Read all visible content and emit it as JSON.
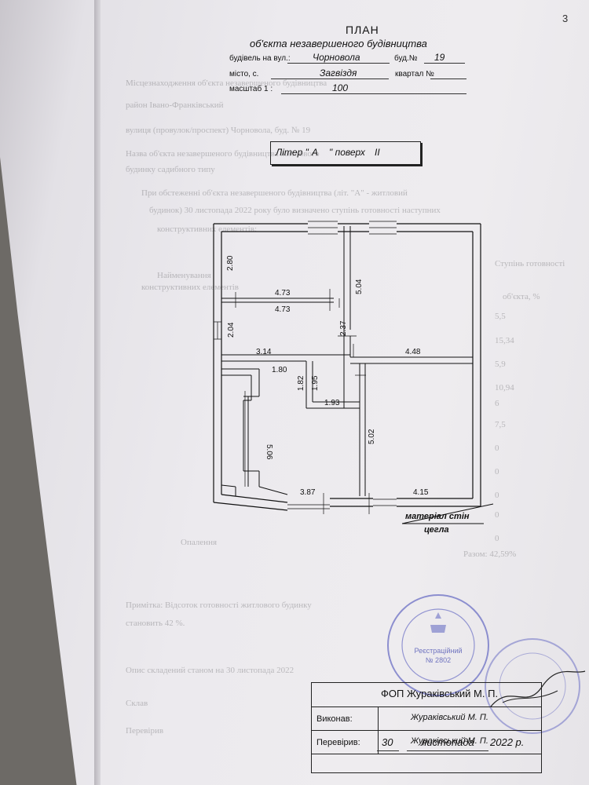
{
  "page_number": "3",
  "plan_title": "ПЛАН",
  "plan_subtitle": "об'єкта незавершеного будівництва",
  "street_label": "будівель на вул.:",
  "street_value": "Чорновола",
  "building_label": "буд.№",
  "building_value": "19",
  "town_label": "місто, с.",
  "town_value": "Загвіздя",
  "quarter_label": "квартал №",
  "quarter_value": "",
  "scale_label": "масштаб 1 :",
  "scale_value": "100",
  "liter_label": "Літер \"",
  "liter_value": "А",
  "floor_label": "\" поверх",
  "floor_value": "II",
  "dimensions": [
    "2.80",
    "4.73",
    "4.73",
    "5.04",
    "2.04",
    "2.37",
    "3.14",
    "4.48",
    "1.80",
    "1.82",
    "1.95",
    "1.93",
    "5.06",
    "5.02",
    "3.87",
    "4.15"
  ],
  "wall_material_label": "матеріал стін",
  "wall_material_value": "цегла",
  "stamp_registry": "Реєстраційний",
  "stamp_number": "№ 2802",
  "footer": {
    "company": "ФОП Жураківський М. П.",
    "executed_label": "Виконав:",
    "executed_value": "Жураківський М. П.",
    "checked_label": "Перевірив:",
    "checked_value": "Жураківський М. П.",
    "date_day": "30",
    "date_month": "листопада",
    "date_year": "2022 р."
  }
}
